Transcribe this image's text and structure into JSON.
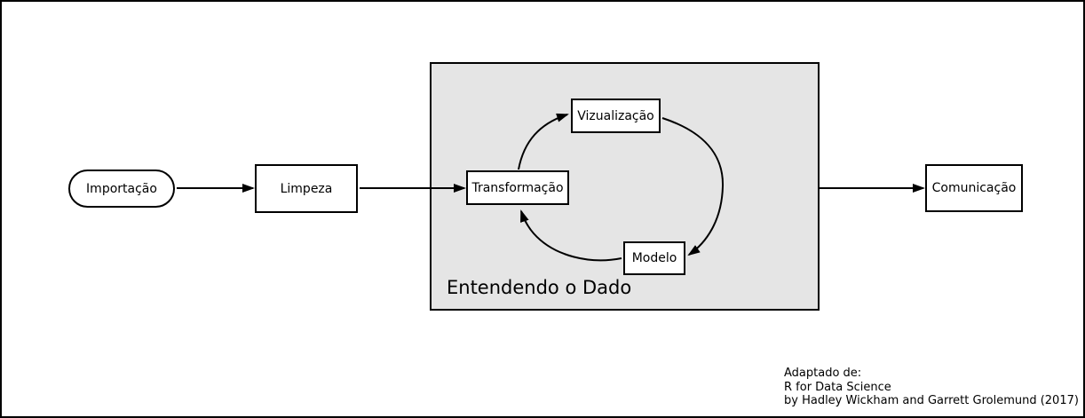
{
  "nodes": {
    "importacao": {
      "label": "Importação",
      "shape": "stadium"
    },
    "limpeza": {
      "label": "Limpeza",
      "shape": "rect"
    },
    "transformacao": {
      "label": "Transformação",
      "shape": "rect"
    },
    "vizualizacao": {
      "label": "Vizualização",
      "shape": "rect"
    },
    "modelo": {
      "label": "Modelo",
      "shape": "rect"
    },
    "comunicacao": {
      "label": "Comunicação",
      "shape": "rect"
    }
  },
  "cluster": {
    "label": "Entendendo o Dado",
    "fill": "#e5e5e5",
    "stroke": "#000000"
  },
  "edges": [
    {
      "from": "importacao",
      "to": "limpeza"
    },
    {
      "from": "limpeza",
      "to": "transformacao"
    },
    {
      "from": "transformacao",
      "to": "vizualizacao"
    },
    {
      "from": "vizualizacao",
      "to": "modelo"
    },
    {
      "from": "modelo",
      "to": "transformacao"
    },
    {
      "from": "cluster",
      "to": "comunicacao"
    }
  ],
  "attribution": {
    "line1": "Adaptado de:",
    "line2": "R for Data Science",
    "line3": "by Hadley Wickham and Garrett Grolemund (2017)"
  },
  "colors": {
    "node_fill": "#ffffff",
    "stroke": "#000000",
    "background": "#ffffff"
  }
}
